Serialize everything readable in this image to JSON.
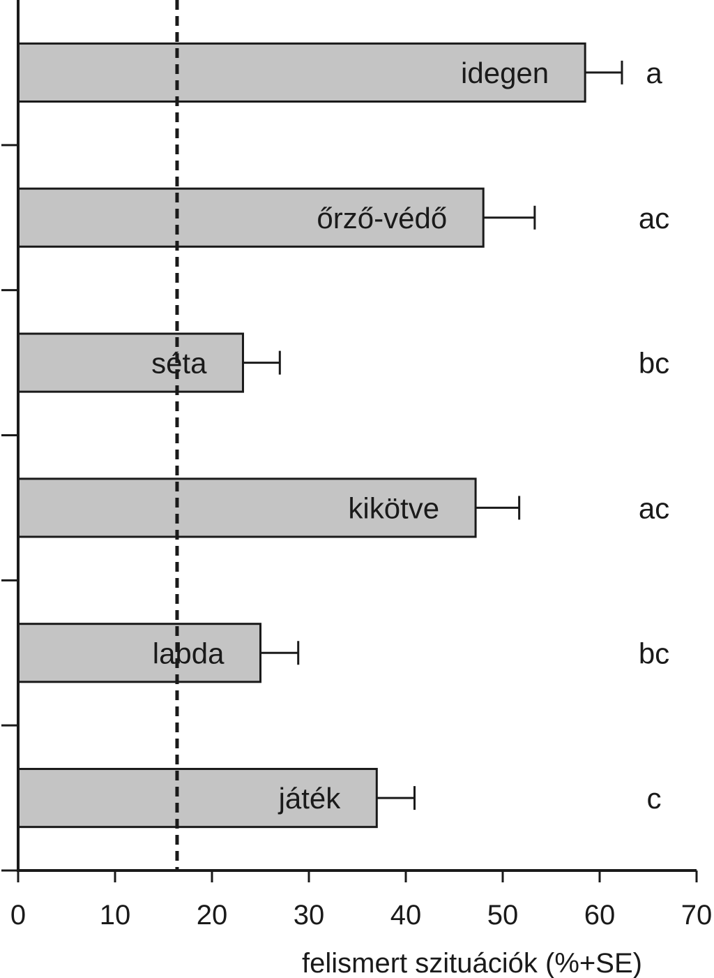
{
  "chart_data": {
    "type": "bar",
    "orientation": "horizontal",
    "xlabel": "felismert szituációk (%+SE)",
    "ylabel": "",
    "title": "",
    "xlim": [
      0,
      70
    ],
    "xticks": [
      0,
      10,
      20,
      30,
      40,
      50,
      60,
      70
    ],
    "grid": false,
    "legend": "none",
    "bar_color": "#c4c4c4",
    "reference_line": {
      "x": 16.4,
      "style": "dashed"
    },
    "bars": [
      {
        "category": "idegen",
        "value": 58.5,
        "error": 3.8,
        "significance": "a"
      },
      {
        "category": "őrző-védő",
        "value": 48.0,
        "error": 5.3,
        "significance": "ac"
      },
      {
        "category": "séta",
        "value": 23.2,
        "error": 3.8,
        "significance": "bc"
      },
      {
        "category": "kikötve",
        "value": 47.2,
        "error": 4.5,
        "significance": "ac"
      },
      {
        "category": "labda",
        "value": 25.0,
        "error": 3.9,
        "significance": "bc"
      },
      {
        "category": "játék",
        "value": 37.0,
        "error": 3.9,
        "significance": "c"
      }
    ]
  }
}
